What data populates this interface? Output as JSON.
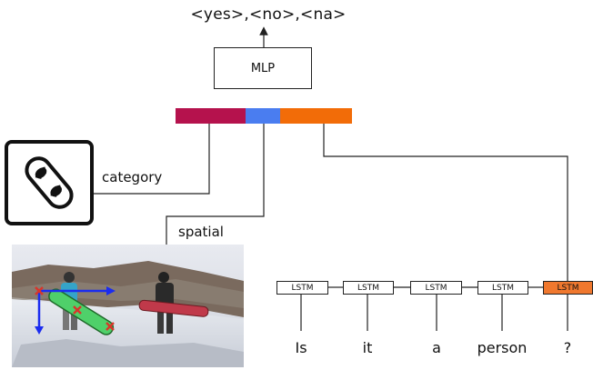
{
  "output_label": "<yes>,<no>,<na>",
  "mlp_label": "MLP",
  "labels": {
    "category": "category",
    "spatial": "spatial"
  },
  "lstm_label": "LSTM",
  "words": [
    "Is",
    "it",
    "a",
    "person",
    "?"
  ],
  "colors": {
    "category_feature": "#b5124d",
    "spatial_feature": "#4a7df0",
    "text_feature": "#f26c08",
    "highlight_lstm": "#f0782e",
    "bbox_corner_marker": "#d9352b",
    "spatial_axes": "#1b2cf0"
  },
  "icons": {
    "category": "snowboard-icon"
  }
}
